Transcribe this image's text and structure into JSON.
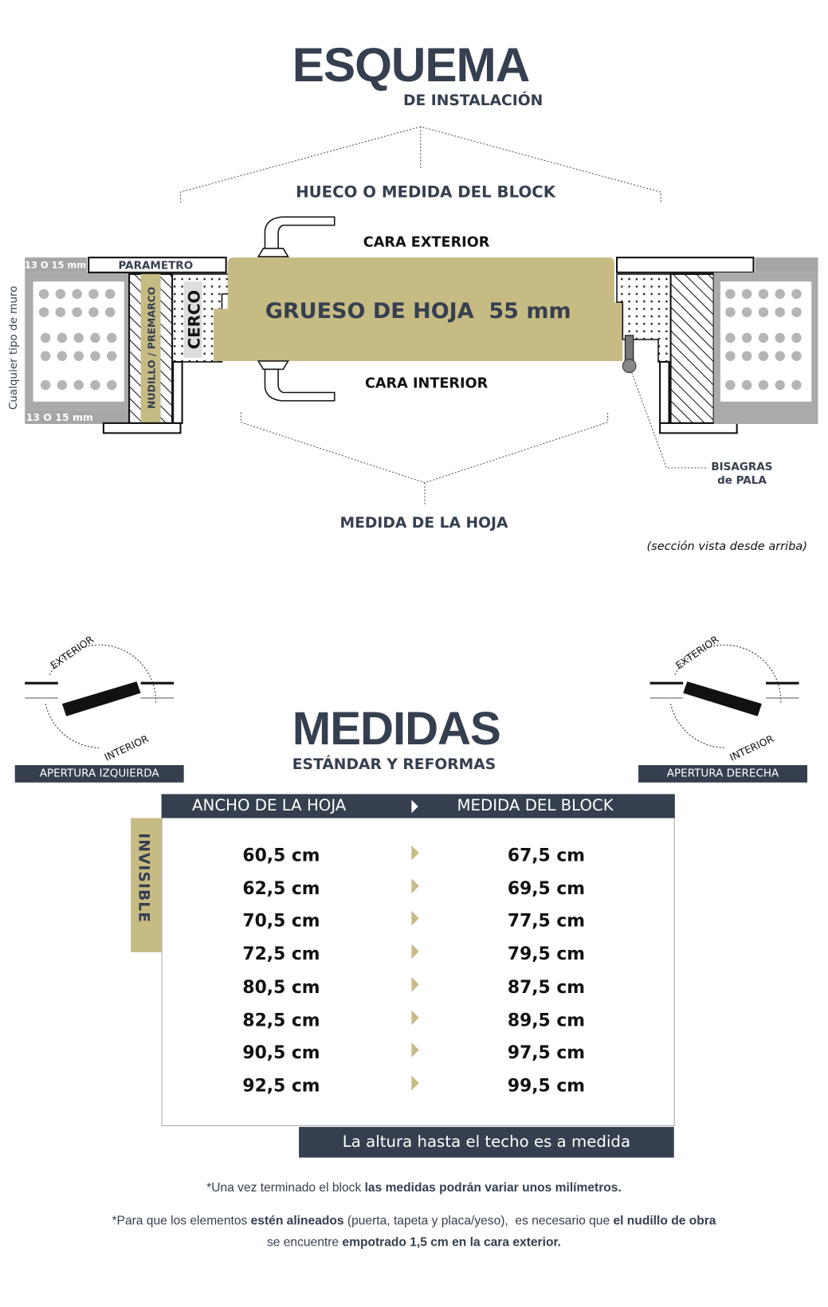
{
  "header": {
    "title": "ESQUEMA",
    "subtitle": "DE INSTALACIÓN"
  },
  "diagram": {
    "hueco_label": "HUECO O MEDIDA DEL BLOCK",
    "cara_exterior": "CARA EXTERIOR",
    "cara_interior": "CARA INTERIOR",
    "grueso": "GRUESO DE HOJA  55 mm",
    "parametro": "PARAMETRO",
    "mm_top": "13 O 15 mm",
    "mm_bottom": "13 O 15 mm",
    "muro": "Cualquier tipo de muro",
    "nudillo": "NUDILLO / PREMARCO",
    "cerco": "CERCO",
    "bisagras_1": "BISAGRAS",
    "bisagras_2": "de PALA",
    "medida_hoja": "MEDIDA DE LA HOJA",
    "seccion": "(sección vista desde arriba)"
  },
  "openings": {
    "left": {
      "exterior": "EXTERIOR",
      "interior": "INTERIOR",
      "label": "APERTURA IZQUIERDA"
    },
    "right": {
      "exterior": "EXTERIOR",
      "interior": "INTERIOR",
      "label": "APERTURA DERECHA"
    }
  },
  "medidas": {
    "title": "MEDIDAS",
    "subtitle": "ESTÁNDAR Y REFORMAS"
  },
  "table": {
    "col1": "ANCHO DE LA HOJA",
    "col2": "MEDIDA DEL BLOCK",
    "side_label": "INVISIBLE",
    "rows": [
      [
        "60,5 cm",
        "67,5 cm"
      ],
      [
        "62,5 cm",
        "69,5 cm"
      ],
      [
        "70,5 cm",
        "77,5 cm"
      ],
      [
        "72,5 cm",
        "79,5 cm"
      ],
      [
        "80,5 cm",
        "87,5 cm"
      ],
      [
        "82,5 cm",
        "89,5 cm"
      ],
      [
        "90,5 cm",
        "97,5 cm"
      ],
      [
        "92,5 cm",
        "99,5 cm"
      ]
    ],
    "footer": "La altura hasta el techo es a medida"
  },
  "notes": {
    "n1a": "*Una vez terminado el block ",
    "n1b": "las medidas podrán variar unos milímetros.",
    "n2a": "*Para que los elementos ",
    "n2b": "estén alineados",
    "n2c": " (puerta, tapeta y placa/yeso),  es necesario que ",
    "n2d": "el nudillo de obra",
    "n2e": "se encuentre ",
    "n2f": "empotrado 1,5 cm en la cara exterior."
  },
  "colors": {
    "navy": "#353f4f",
    "gold": "#c7bb84",
    "gray": "#aaaaaa"
  }
}
